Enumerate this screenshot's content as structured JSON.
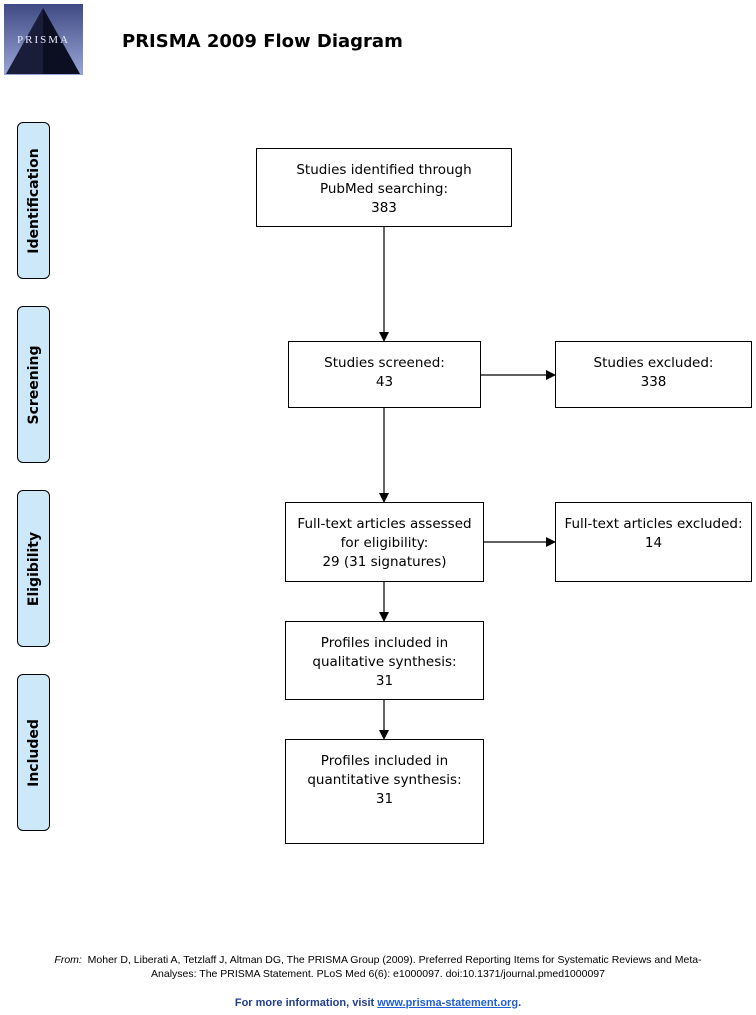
{
  "logo": {
    "text": "PRISMA"
  },
  "title": "PRISMA 2009 Flow Diagram",
  "phases": [
    "Identification",
    "Screening",
    "Eligibility",
    "Included"
  ],
  "boxes": {
    "identified": {
      "lines": [
        "Studies identified through",
        "PubMed searching:",
        "383"
      ]
    },
    "screened": {
      "lines": [
        "Studies screened:",
        "43"
      ]
    },
    "excluded": {
      "lines": [
        "Studies excluded:",
        "338"
      ]
    },
    "assessed": {
      "lines": [
        "Full-text articles assessed",
        "for eligibility:",
        "29 (31 signatures)"
      ]
    },
    "fulltext_excluded": {
      "lines": [
        "Full-text articles excluded:",
        "14"
      ]
    },
    "qualitative": {
      "lines": [
        "Profiles included in",
        "qualitative synthesis:",
        "31"
      ]
    },
    "quantitative": {
      "lines": [
        "Profiles included in",
        "quantitative synthesis:",
        "31"
      ]
    }
  },
  "footer": {
    "from_label": "From:",
    "citation_line1": "Moher D, Liberati A, Tetzlaff J, Altman DG, The PRISMA Group (2009). Preferred Reporting Items for Systematic Reviews and Meta-",
    "citation_line2": "Analyses: The PRISMA Statement. PLoS Med 6(6): e1000097. doi:10.1371/journal.pmed1000097",
    "info_prefix": "For more information, visit ",
    "info_link": "www.prisma-statement.org",
    "info_suffix": "."
  }
}
